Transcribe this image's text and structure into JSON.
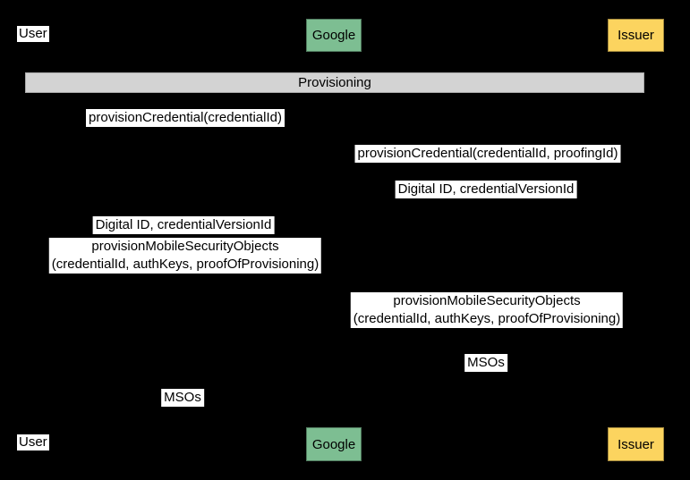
{
  "colors": {
    "background": "#000000",
    "google_box": "#7DBE92",
    "issuer_box": "#FCD45F",
    "band_bg": "#D3D3D3",
    "label_bg": "#FFFFFF",
    "text": "#000000"
  },
  "actors": {
    "user": "User",
    "google": "Google",
    "issuer": "Issuer"
  },
  "band": {
    "title": "Provisioning"
  },
  "messages": {
    "m1": "provisionCredential(credentialId)",
    "m2": "provisionCredential(credentialId, proofingId)",
    "m3": "Digital ID, credentialVersionId",
    "m4": "Digital ID, credentialVersionId",
    "m5_line1": "provisionMobileSecurityObjects",
    "m5_line2": "(credentialId, authKeys, proofOfProvisioning)",
    "m6_line1": "provisionMobileSecurityObjects",
    "m6_line2": "(credentialId, authKeys, proofOfProvisioning)",
    "m7": "MSOs",
    "m8": "MSOs"
  }
}
